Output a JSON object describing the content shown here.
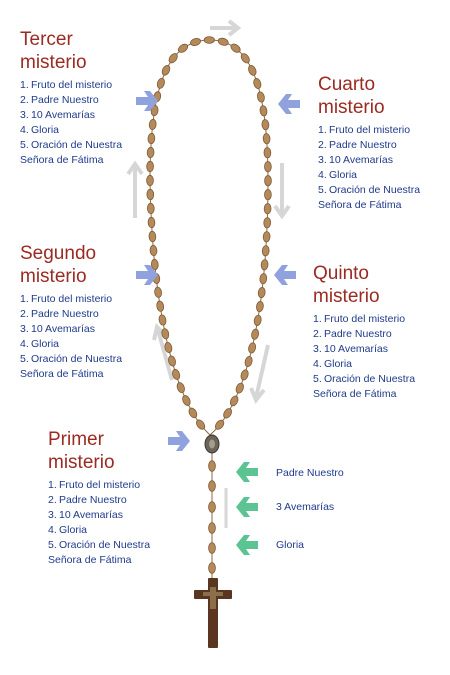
{
  "colors": {
    "title": "#9b2a22",
    "steps": "#1f3a8a",
    "arrow_blue": "#8fa2dd",
    "arrow_green": "#5cc392",
    "arrow_gray": "#d6d6d6",
    "bead": "#b58a5a"
  },
  "steps_common": [
    "Fruto del misterio",
    "Padre Nuestro",
    "10 Avemarías",
    "Gloria",
    "Oración de Nuestra\nSeñora de Fátima"
  ],
  "mysteries": {
    "first": {
      "title": "Primer\nmisterio"
    },
    "second": {
      "title": "Segundo\nmisterio"
    },
    "third": {
      "title": "Tercer\nmisterio"
    },
    "fourth": {
      "title": "Cuarto\nmisterio"
    },
    "fifth": {
      "title": "Quinto\nmisterio"
    }
  },
  "intro_prayers": {
    "padre": "Padre Nuestro",
    "avemarias": "3 Avemarías",
    "gloria": "Gloria"
  }
}
